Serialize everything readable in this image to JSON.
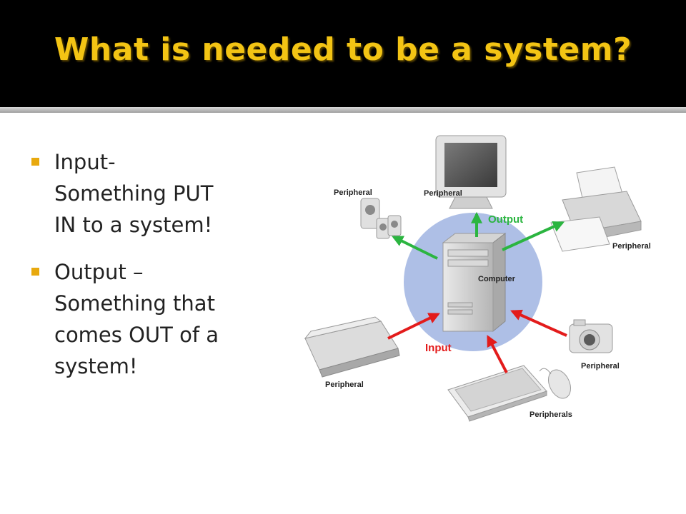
{
  "slide": {
    "title": "What is needed to be a system?",
    "colors": {
      "title": "#f3c414",
      "bullet": "#e8a90e",
      "output_arrow": "#2bb540",
      "input_arrow": "#e31b1b",
      "circle": "#aebfe6"
    }
  },
  "bullets": [
    {
      "lines": [
        "Input-",
        "Something PUT",
        "IN to a system!"
      ]
    },
    {
      "lines": [
        "Output –",
        "Something that",
        "comes OUT of a",
        "system!"
      ]
    }
  ],
  "diagram": {
    "center_label": "Computer",
    "output_label": "Output",
    "input_label": "Input",
    "peripherals": {
      "speakers": "Peripheral",
      "monitor": "Peripheral",
      "printer": "Peripheral",
      "scanner": "Peripheral",
      "camera": "Peripheral",
      "keyboard": "Peripherals"
    }
  }
}
